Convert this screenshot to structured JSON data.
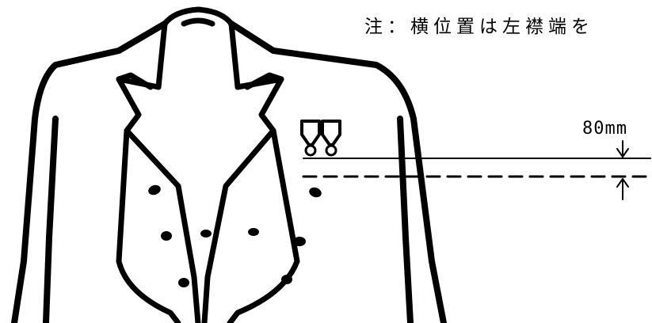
{
  "note": {
    "text": "注：横位置は左襟端を"
  },
  "dimension": {
    "label": "80mm"
  },
  "colors": {
    "ink": "#000000",
    "background": "#ffffff"
  },
  "lines": {
    "reference": "solid",
    "placement": "dashed"
  },
  "icons": [
    "medal-pair-icon",
    "arrow-down-icon",
    "arrow-up-icon"
  ]
}
